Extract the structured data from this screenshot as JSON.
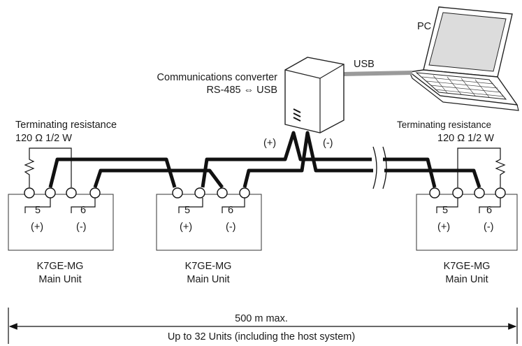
{
  "pc": {
    "label": "PC"
  },
  "usb": {
    "label": "USB"
  },
  "converter": {
    "line1": "Communications converter",
    "line2": "RS-485 ⇔ USB",
    "plus": "(+)",
    "minus": "(-)"
  },
  "left_termination": {
    "line1": "Terminating resistance",
    "line2": "120 Ω 1/2 W"
  },
  "right_termination": {
    "line1": "Terminating resistance",
    "line2": "120 Ω 1/2 W"
  },
  "units": [
    {
      "t5": "5",
      "t6": "6",
      "plus": "(+)",
      "minus": "(-)",
      "model": "K7GE-MG",
      "name": "Main Unit"
    },
    {
      "t5": "5",
      "t6": "6",
      "plus": "(+)",
      "minus": "(-)",
      "model": "K7GE-MG",
      "name": "Main Unit"
    },
    {
      "t5": "5",
      "t6": "6",
      "plus": "(+)",
      "minus": "(-)",
      "model": "K7GE-MG",
      "name": "Main Unit"
    }
  ],
  "dimension": {
    "distance": "500 m max.",
    "note": "Up to 32 Units (including the host system)"
  },
  "colors": {
    "line": "#111111",
    "usb_cable": "#9a9a9a",
    "laptop_screen": "#d9d9d9"
  }
}
